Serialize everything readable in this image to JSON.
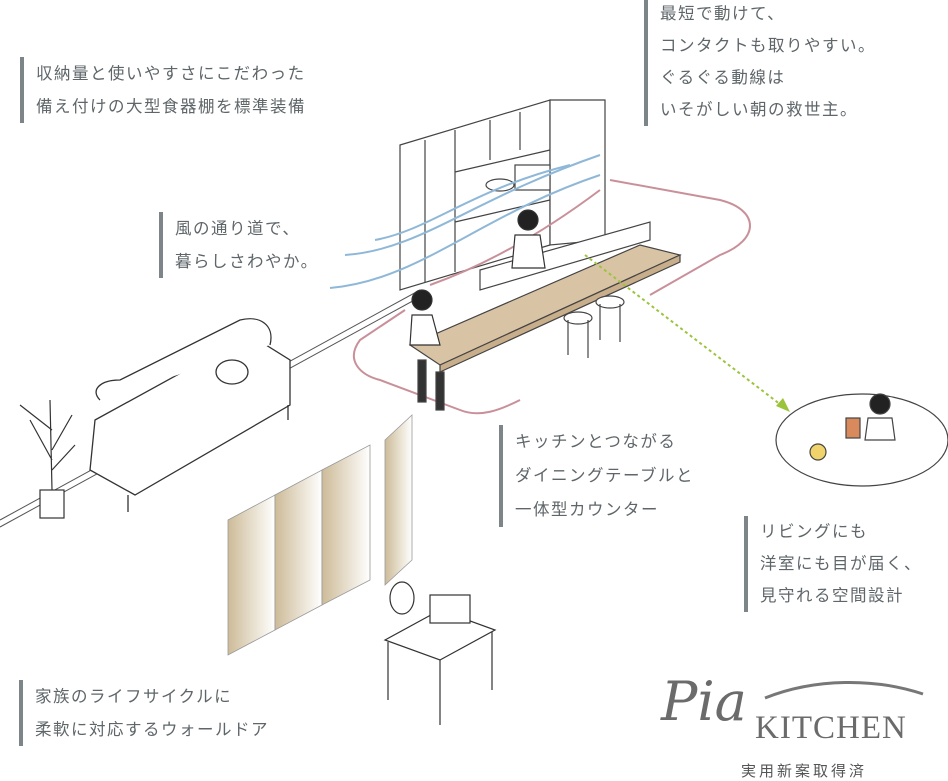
{
  "callouts": {
    "storage": {
      "lines": [
        "収納量と使いやすさにこだわった",
        "備え付けの大型食器棚を標準装備"
      ]
    },
    "circulation": {
      "lines": [
        "最短で動けて、",
        "コンタクトも取りやすい。",
        "ぐるぐる動線は",
        "いそがしい朝の救世主。"
      ]
    },
    "breeze": {
      "lines": [
        "風の通り道で、",
        "暮らしさわやか。"
      ]
    },
    "dining": {
      "lines": [
        "キッチンとつながる",
        "ダイニングテーブルと",
        "一体型カウンター"
      ]
    },
    "view": {
      "lines": [
        "リビングにも",
        "洋室にも目が届く、",
        "見守れる空間設計"
      ]
    },
    "walldoor": {
      "lines": [
        "家族のライフサイクルに",
        "柔軟に対応するウォールドア"
      ]
    }
  },
  "logo": {
    "script": "Pia",
    "name": "KITCHEN",
    "subtitle": "実用新案取得済"
  },
  "colors": {
    "text": "#5f6669",
    "bar": "#7d8588",
    "route": "#c9909a",
    "breeze": "#8fb8d8",
    "wood": "#d9c3a5",
    "sightline": "#9bc43c"
  }
}
